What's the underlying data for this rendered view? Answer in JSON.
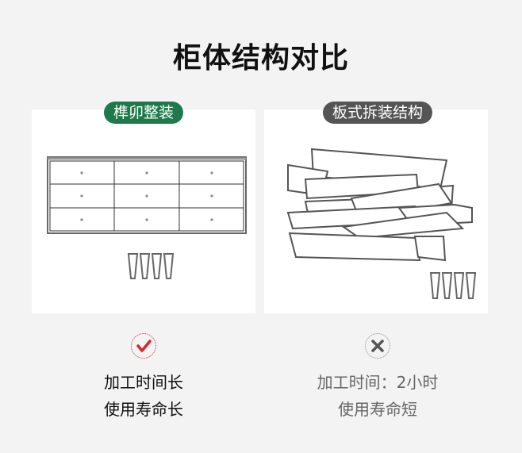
{
  "title": "柜体结构对比",
  "left": {
    "badge": "榫卯整装",
    "badge_color": "#1e7a4a",
    "icon": "check-icon",
    "icon_color": "#d9262c",
    "lines": [
      "加工时间长",
      "使用寿命长"
    ]
  },
  "right": {
    "badge": "板式拆装结构",
    "badge_color": "#555555",
    "icon": "cross-icon",
    "icon_color": "#666666",
    "lines": [
      "加工时间：2小时",
      "使用寿命短"
    ]
  }
}
